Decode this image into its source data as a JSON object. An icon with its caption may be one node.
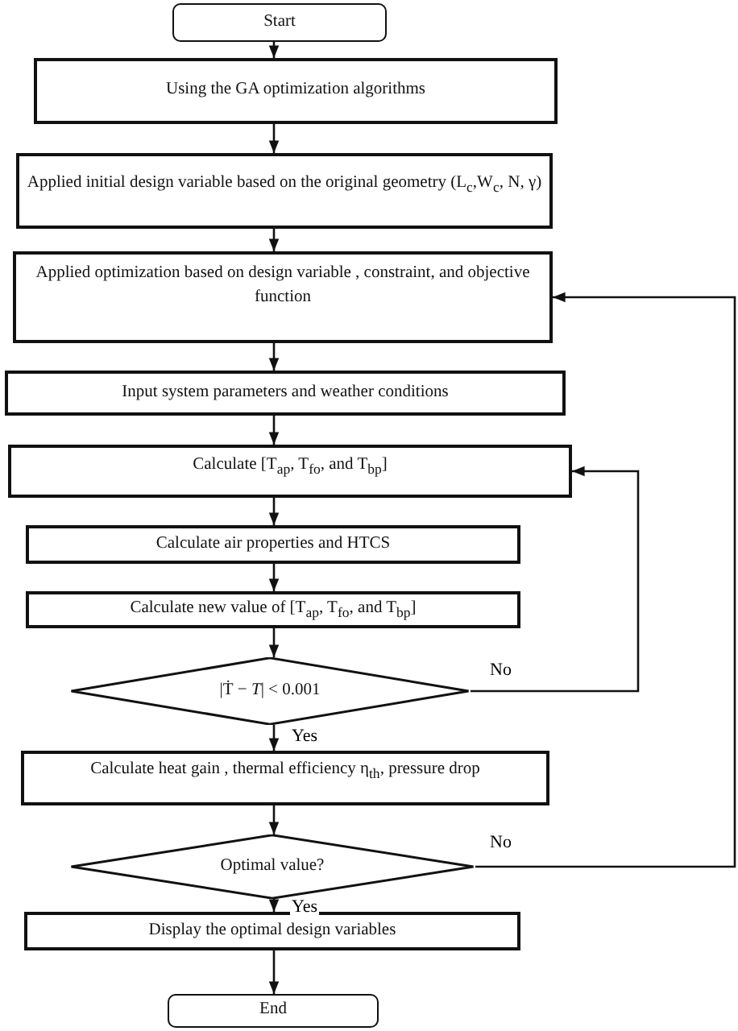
{
  "diagram": {
    "nodes": [
      {
        "text": [
          "Start"
        ]
      },
      {
        "text": [
          "Using the GA optimization algorithms"
        ]
      },
      {
        "text": [
          "Applied initial design variable based on the original geometry (L$_{c}$,W$_{c}$, N, γ)"
        ]
      },
      {
        "text": [
          "Applied optimization based on design variable , constraint, and objective function"
        ]
      },
      {
        "text": [
          "Input system parameters and weather conditions"
        ]
      },
      {
        "text": [
          "Calculate [T$_{ap}$, T$_{fo}$, and T$_{bp}$]"
        ]
      },
      {
        "text": [
          "Calculate air properties and HTCS"
        ]
      },
      {
        "text": [
          "Calculate new value of  [T$_{ap}$, T$_{fo}$, and T$_{bp}$]"
        ]
      },
      {
        "text": [
          "|Ṫ − *T*| < 0.001"
        ]
      },
      {
        "text": [
          "Calculate heat gain , thermal efficiency η$_{th}$, pressure drop"
        ]
      },
      {
        "text": [
          "Optimal value?"
        ]
      },
      {
        "text": [
          "Display the optimal design variables"
        ]
      },
      {
        "text": [
          "End"
        ]
      }
    ],
    "edges": [
      {
        "from": 0,
        "to": 1,
        "arrow": "to"
      },
      {
        "from": 1,
        "to": 2,
        "arrow": "to"
      },
      {
        "from": 2,
        "to": 3,
        "arrow": "to"
      },
      {
        "from": 3,
        "to": 4,
        "arrow": "to"
      },
      {
        "from": 4,
        "to": 5,
        "arrow": "to"
      },
      {
        "from": 5,
        "to": 6,
        "arrow": "to"
      },
      {
        "from": 6,
        "to": 7,
        "arrow": "to"
      },
      {
        "from": 7,
        "to": 8,
        "arrow": "to"
      },
      {
        "from": 8,
        "to": 5,
        "arrow": "to",
        "label": "No"
      },
      {
        "from": 8,
        "to": 9,
        "arrow": "to",
        "label": "Yes"
      },
      {
        "from": 9,
        "to": 10,
        "arrow": "to"
      },
      {
        "from": 10,
        "to": 3,
        "arrow": "to",
        "label": "No"
      },
      {
        "from": 10,
        "to": 11,
        "arrow": "to",
        "label": "Yes"
      },
      {
        "from": 11,
        "to": 12,
        "arrow": "to"
      }
    ]
  }
}
